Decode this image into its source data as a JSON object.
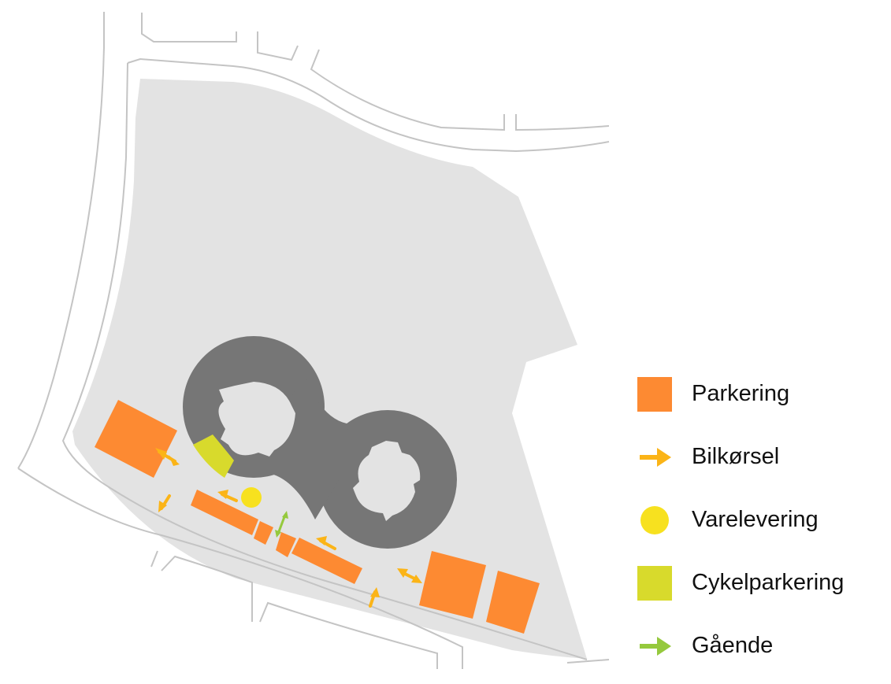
{
  "colors": {
    "site": "#e3e3e3",
    "road_line": "#c4c4c4",
    "building": "#767676",
    "courtyard": "#e3e3e3",
    "parking": "#fd8a32",
    "car_traffic": "#fbb417",
    "delivery": "#f7e11f",
    "bike_parking": "#d8da2c",
    "pedestrian": "#95c93d"
  },
  "legend": [
    {
      "key": "parking",
      "label": "Parkering",
      "symbol": "square",
      "icon": "parking-square-icon"
    },
    {
      "key": "car_traffic",
      "label": "Bilkørsel",
      "symbol": "arrow",
      "icon": "car-arrow-icon"
    },
    {
      "key": "delivery",
      "label": "Varelevering",
      "symbol": "circle",
      "icon": "delivery-circle-icon"
    },
    {
      "key": "bike_parking",
      "label": "Cykelparkering",
      "symbol": "square",
      "icon": "bike-parking-square-icon"
    },
    {
      "key": "pedestrian",
      "label": "Gående",
      "symbol": "arrow",
      "icon": "pedestrian-arrow-icon"
    }
  ]
}
